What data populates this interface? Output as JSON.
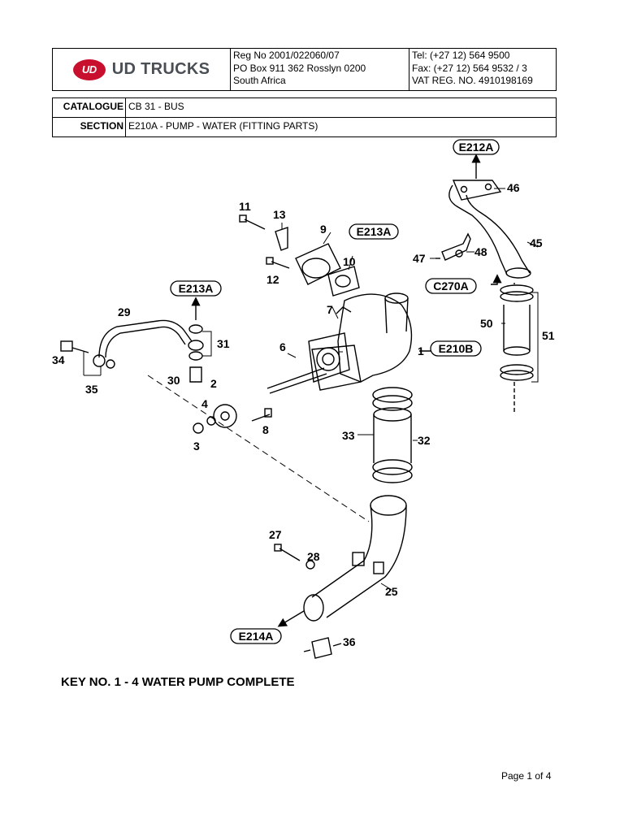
{
  "header": {
    "logo_mark": "UD",
    "logo_text": "UD TRUCKS",
    "reg_lines": [
      "Reg No 2001/022060/07",
      "PO Box 911 362 Rosslyn 0200",
      "South Africa"
    ],
    "tel_lines": [
      "Tel: (+27 12) 564 9500",
      "Fax: (+27 12) 564 9532 / 3",
      "VAT REG. NO. 4910198169"
    ]
  },
  "catalogue": {
    "label": "CATALOGUE",
    "value": "CB 31 - BUS"
  },
  "section": {
    "label": "SECTION",
    "value": "E210A - PUMP - WATER (FITTING PARTS)"
  },
  "diagram": {
    "references": {
      "e212a": "E212A",
      "e213a_top": "E213A",
      "e213a_left": "E213A",
      "c270a": "C270A",
      "e210b": "E210B",
      "e214a": "E214A"
    },
    "callouts": {
      "p1": "1",
      "p2": "2",
      "p3": "3",
      "p4": "4",
      "p6": "6",
      "p7": "7",
      "p8": "8",
      "p9": "9",
      "p10": "10",
      "p11": "11",
      "p12": "12",
      "p13": "13",
      "p25": "25",
      "p27": "27",
      "p28": "28",
      "p29": "29",
      "p30": "30",
      "p31": "31",
      "p32": "32",
      "p33": "33",
      "p34": "34",
      "p35": "35",
      "p36": "36",
      "p45": "45",
      "p46": "46",
      "p47": "47",
      "p48": "48",
      "p50": "50",
      "p51": "51"
    },
    "key_note": "KEY NO. 1 - 4  WATER PUMP COMPLETE"
  },
  "footer": {
    "page": "Page 1 of 4"
  },
  "colors": {
    "logo_red": "#c8102e",
    "logo_gray": "#4a4f55"
  }
}
